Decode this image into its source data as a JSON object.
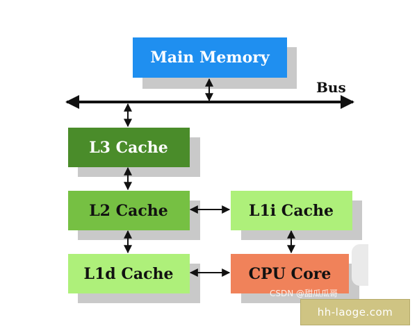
{
  "diagram": {
    "bus_label": "Bus",
    "nodes": {
      "main_memory": {
        "label": "Main Memory",
        "fill": "#1f8ff0",
        "text_color": "#ffffff"
      },
      "l3": {
        "label": "L3 Cache",
        "fill": "#4a8c2a",
        "text_color": "#ffffff"
      },
      "l2": {
        "label": "L2 Cache",
        "fill": "#76c043",
        "text_color": "#111111"
      },
      "l1i": {
        "label": "L1i Cache",
        "fill": "#aef07a",
        "text_color": "#111111"
      },
      "l1d": {
        "label": "L1d Cache",
        "fill": "#aef07a",
        "text_color": "#111111"
      },
      "cpu": {
        "label": "CPU Core",
        "fill": "#f0825a",
        "text_color": "#111111"
      }
    },
    "shadow_color": "#c9c9c9",
    "line_color": "#111111"
  },
  "watermarks": {
    "csdn": "CSDN @甜瓜瓜哥",
    "site": "hh-laoge.com"
  }
}
